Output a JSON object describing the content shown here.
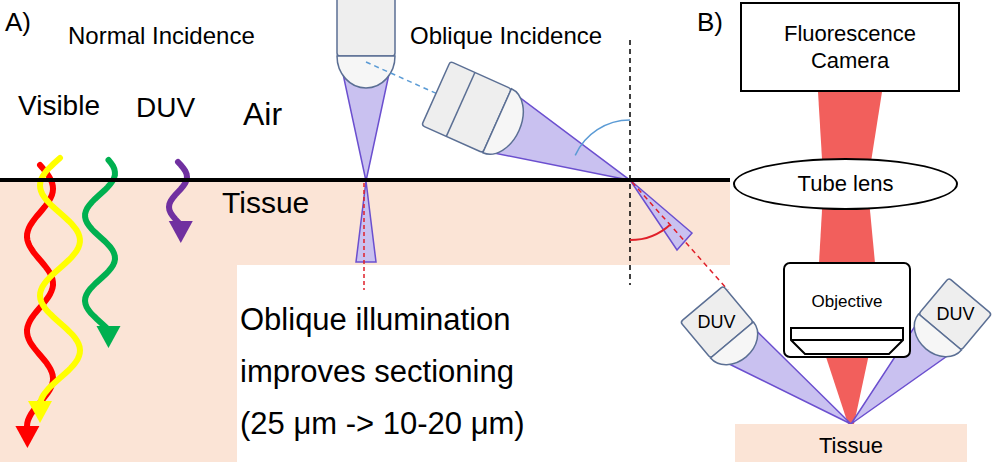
{
  "diagram": {
    "nodes": [
      {
        "text": [
          "Fluorescence Camera"
        ]
      },
      {
        "text": [
          "Tube lens"
        ]
      },
      {
        "text": [
          "DUV"
        ]
      },
      {
        "text": [
          "Objective"
        ]
      },
      {
        "text": [
          "DUV"
        ]
      },
      {
        "text": [
          "Tissue"
        ]
      }
    ],
    "edges": [
      {
        "from": 0,
        "to": 1,
        "arrow": "none"
      },
      {
        "from": 1,
        "to": 3,
        "arrow": "none"
      },
      {
        "from": 3,
        "to": 5,
        "arrow": "none"
      },
      {
        "from": 2,
        "to": 5,
        "arrow": "none"
      },
      {
        "from": 4,
        "to": 5,
        "arrow": "none"
      }
    ],
    "labels": [
      "A)",
      "Normal Incidence",
      "Oblique Incidence",
      "B)",
      "Visible",
      "DUV",
      "Air",
      "Tissue",
      "Oblique illumination improves sectioning (25 μm -> 10-20 μm)"
    ]
  }
}
